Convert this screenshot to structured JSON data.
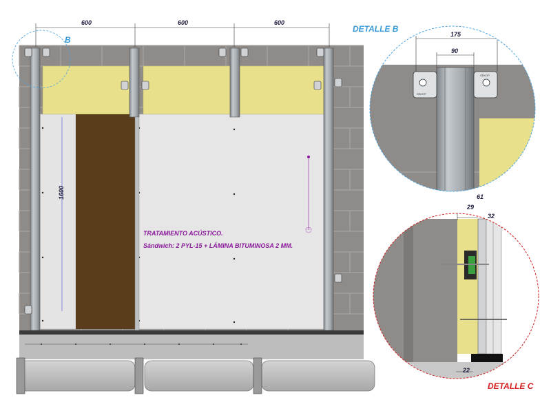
{
  "dimensions": {
    "span_1": "600",
    "span_2": "600",
    "span_3": "600",
    "height": "1600",
    "detail_b_outer": "175",
    "detail_b_inner": "90",
    "detail_c_total": "61",
    "detail_c_a": "29",
    "detail_c_b": "32",
    "detail_c_base": "22"
  },
  "labels": {
    "marker_b": "B",
    "detail_b": "DETALLE B",
    "detail_c": "DETALLE C",
    "bracket_text": "SEKOP"
  },
  "note": {
    "line1": "TRATAMIENTO ACÚSTICO.",
    "line2": "Sándwich: 2 PYL-15 + LÁMINA BITUMINOSA 2 MM."
  },
  "colors": {
    "brick": "#8a8684",
    "mortar": "#c9c6c3",
    "insulation": "#e8e08a",
    "board": "#e6e6e6",
    "stud": "#a7adb2",
    "bitumen": "#5a3e1b",
    "accent_blue": "#3a9ad9",
    "detail_c_red": "#d42020",
    "note_purple": "#8a1a9a",
    "concrete": "#b9b9b9"
  }
}
